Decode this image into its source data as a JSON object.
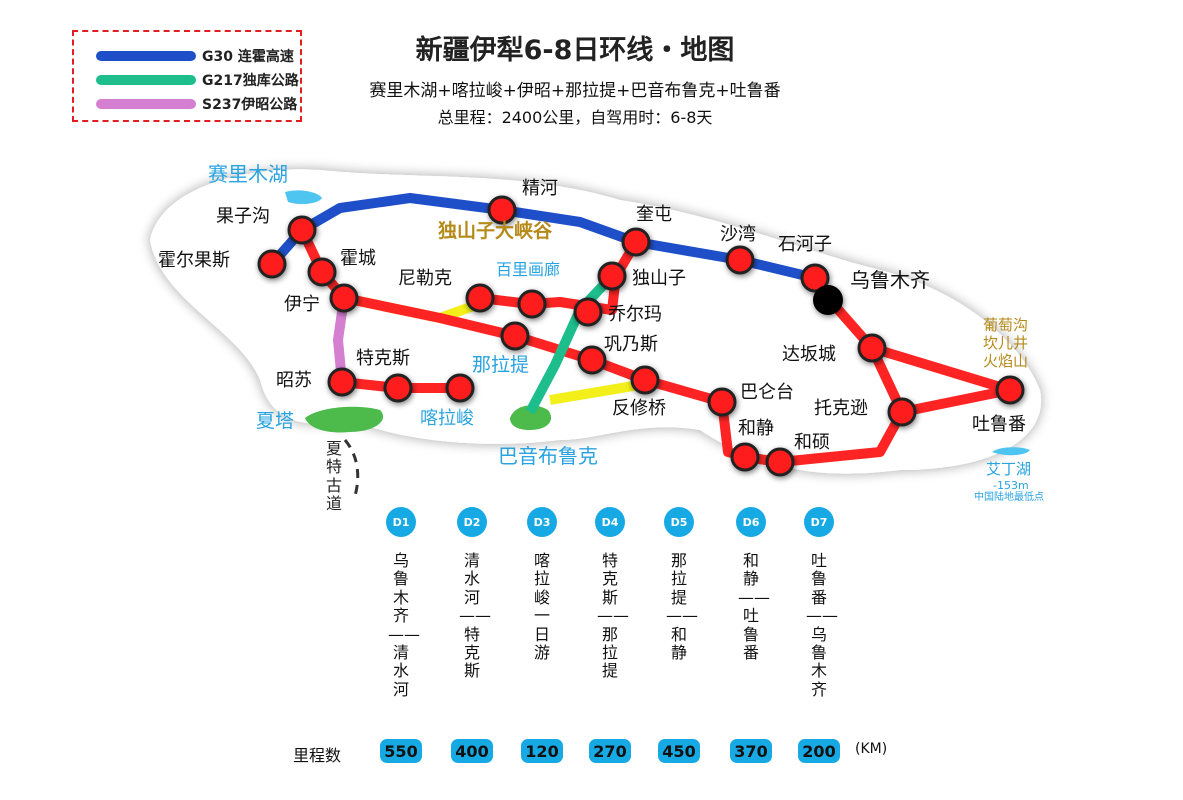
{
  "title": "新疆伊犁6-8日环线・地图",
  "subtitle": "赛里木湖+喀拉峻+伊昭+那拉提+巴音布鲁克+吐鲁番",
  "summary": "总里程：2400公里，自驾用时：6-8天",
  "legend": [
    {
      "name": "G30 连霍高速",
      "color": "#1f4fc8"
    },
    {
      "name": "G217独库公路",
      "color": "#1ebe8c"
    },
    {
      "name": "S237伊昭公路",
      "color": "#d47fd0"
    }
  ],
  "colors": {
    "ring_road": "#ff2424",
    "yellow_road": "#f2ef1a",
    "stop": "#ff1c1c",
    "capital": "#000000",
    "accent_blue": "#29a3e0",
    "accent_brown": "#b58a1a"
  },
  "places": {
    "sailimu_lake": "赛里木湖",
    "guozigou": "果子沟",
    "huoerguosi": "霍尔果斯",
    "huocheng": "霍城",
    "yining": "伊宁",
    "jinghe": "精河",
    "kuitun": "奎屯",
    "shawan": "沙湾",
    "shihezi": "石河子",
    "urumqi": "乌鲁木齐",
    "dushanzi_canyon": "独山子大峡谷",
    "baili_gallery": "百里画廊",
    "dushanzi": "独山子",
    "nileke": "尼勒克",
    "qiaoerma": "乔尔玛",
    "gongnaisi": "巩乃斯",
    "nalati": "那拉提",
    "zhaosu": "昭苏",
    "tekesi": "特克斯",
    "xiata": "夏塔",
    "kalajun": "喀拉峻",
    "bayinbuluke": "巴音布鲁克",
    "fanxiuqiao": "反修桥",
    "xiate_trail": "夏特古道",
    "dabancheng": "达坂城",
    "putaogou": "葡萄沟",
    "kanerjing": "坎儿井",
    "huoyanshan": "火焰山",
    "tuokexun": "托克逊",
    "tulufan": "吐鲁番",
    "balguntai": "巴仑台",
    "hejing": "和静",
    "heshuo": "和硕",
    "aiding_lake": "艾丁湖",
    "aiding_elevation": "-153m",
    "aiding_note": "中国陆地最低点"
  },
  "itinerary": {
    "days": [
      {
        "day": "D1",
        "route": "乌鲁木齐——清水河",
        "km": "550"
      },
      {
        "day": "D2",
        "route": "清水河——特克斯",
        "km": "400"
      },
      {
        "day": "D3",
        "route": "喀拉峻一日游",
        "km": "120"
      },
      {
        "day": "D4",
        "route": "特克斯——那拉提",
        "km": "270"
      },
      {
        "day": "D5",
        "route": "那拉提——和静",
        "km": "450"
      },
      {
        "day": "D6",
        "route": "和静——吐鲁番",
        "km": "370"
      },
      {
        "day": "D7",
        "route": "吐鲁番——乌鲁木齐",
        "km": "200"
      }
    ],
    "mileage_label": "里程数",
    "unit": "(KM)"
  }
}
